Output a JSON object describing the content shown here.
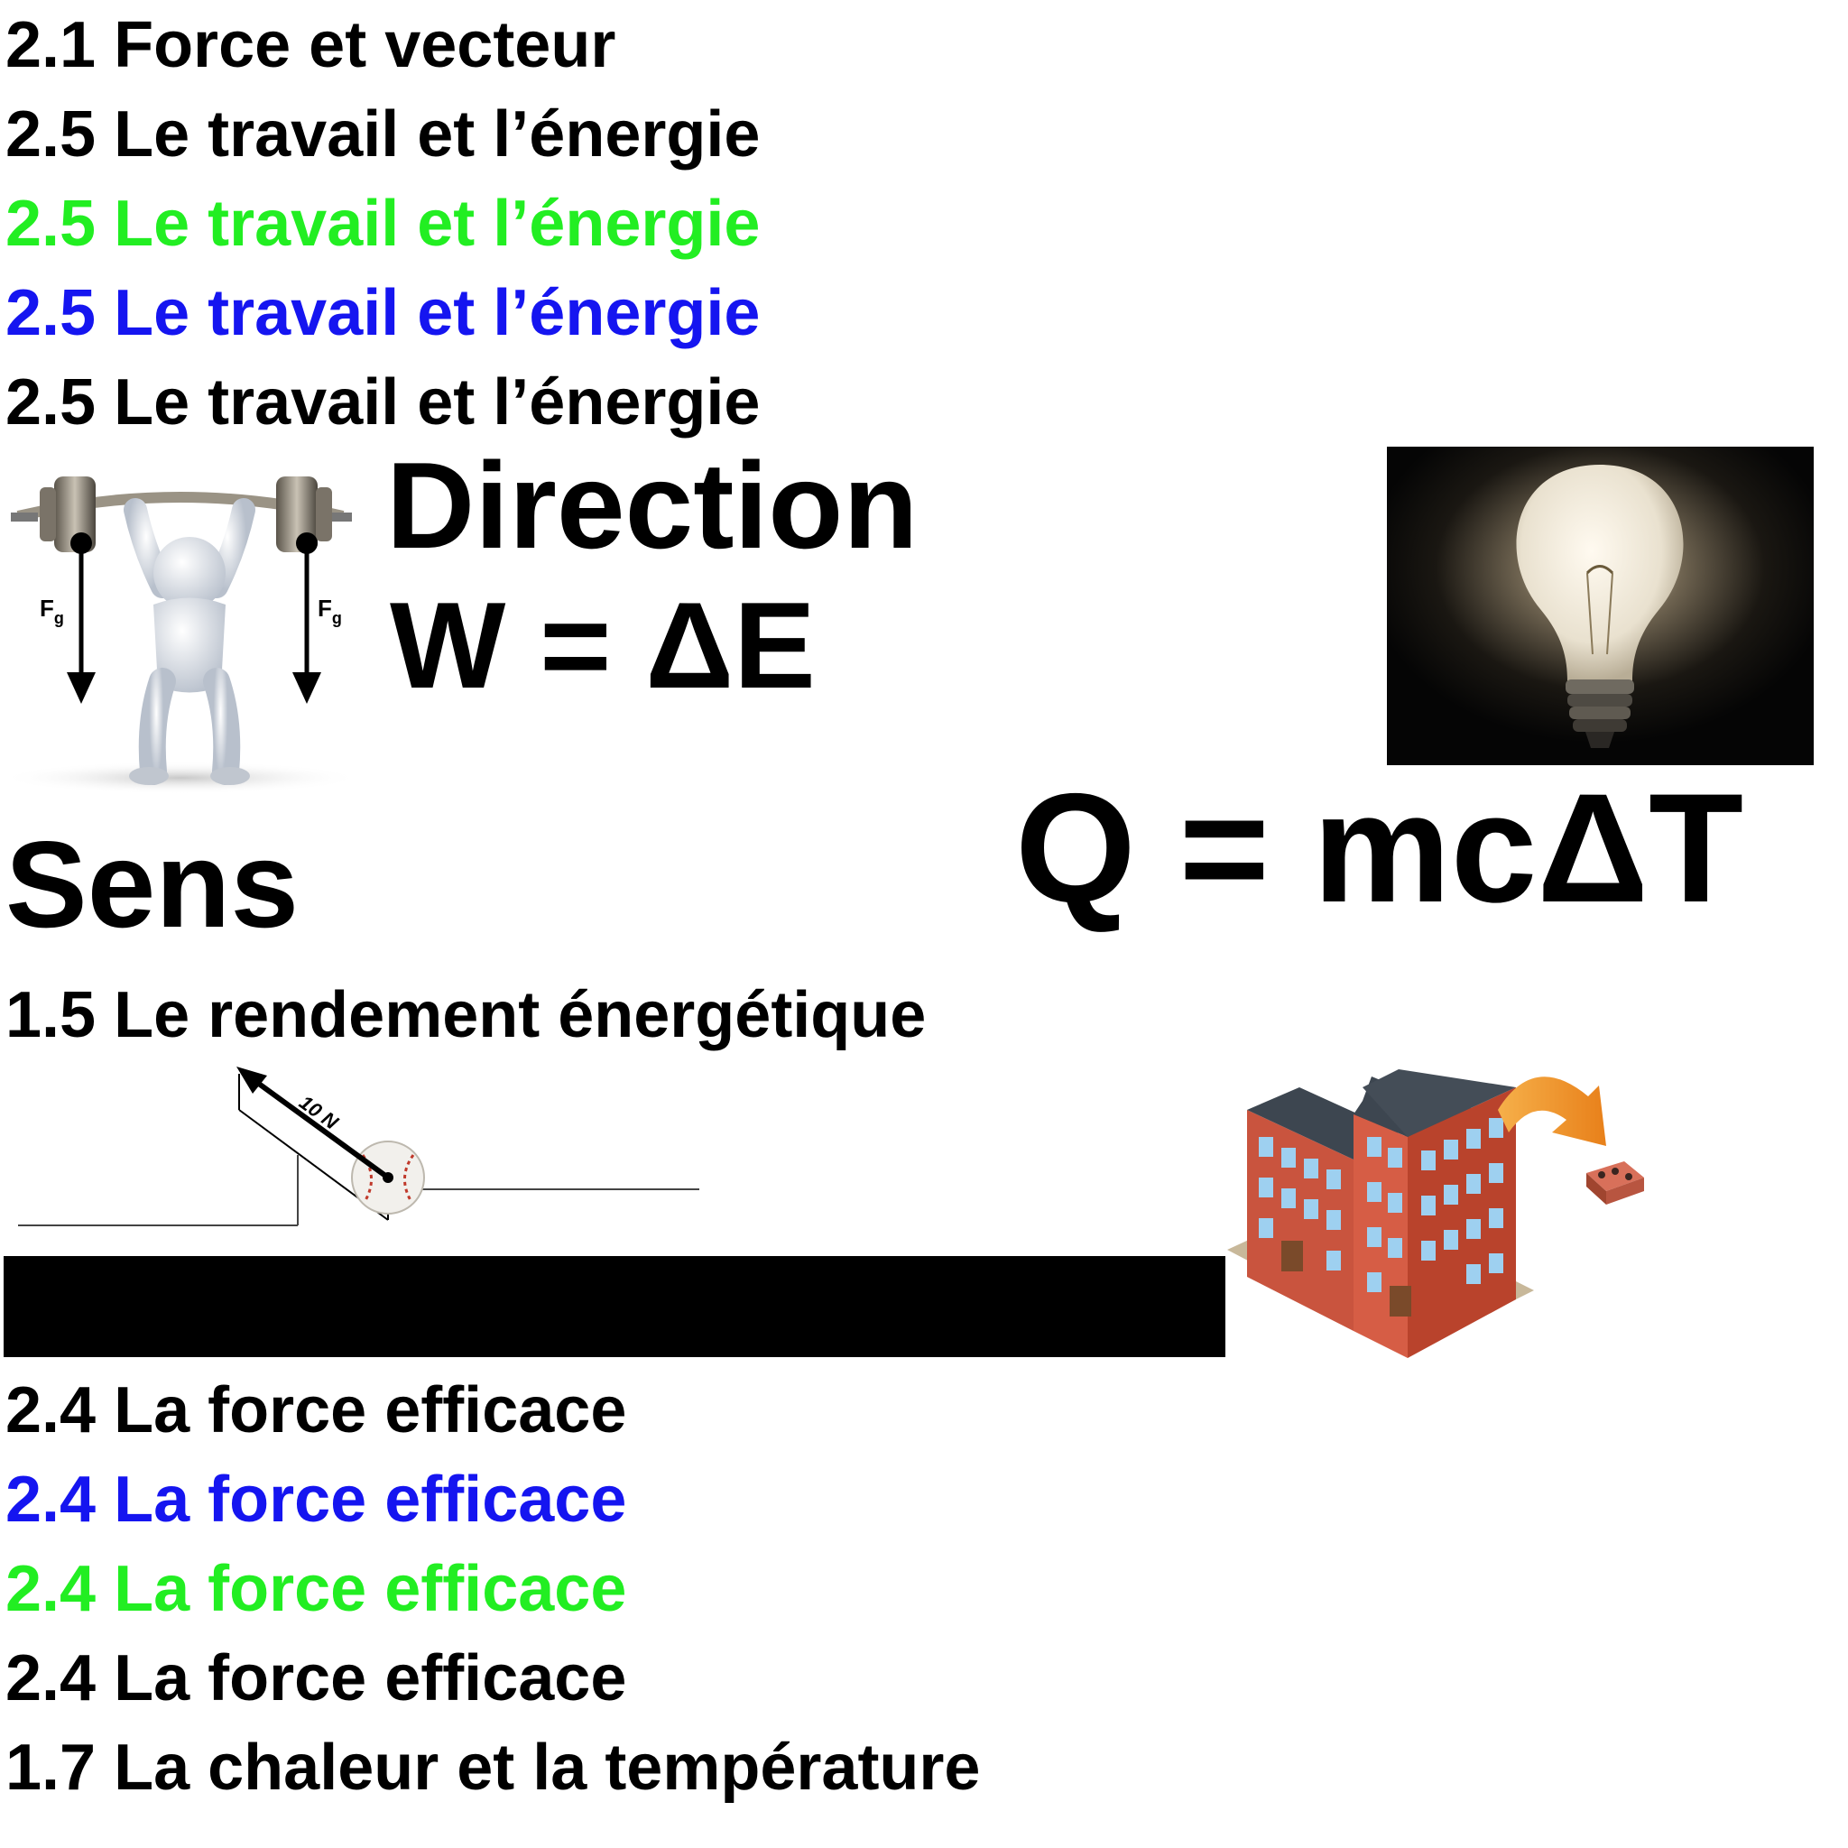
{
  "colors": {
    "black": "#000000",
    "green": "#22ee22",
    "blue": "#1515f0",
    "arrow_orange": "#f0a030",
    "brick": "#c0483a"
  },
  "top_titles": [
    {
      "text": "2.1 Force et vecteur",
      "color": "#000000"
    },
    {
      "text": "2.5 Le travail et l’énergie",
      "color": "#000000"
    },
    {
      "text": "2.5 Le travail et l’énergie",
      "color": "#22ee22"
    },
    {
      "text": "2.5 Le travail et l’énergie",
      "color": "#1515f0"
    },
    {
      "text": "2.5 Le travail et l’énergie",
      "color": "#000000"
    }
  ],
  "weightlifter": {
    "force_left": "F",
    "force_left_sub": "g",
    "force_right": "F",
    "force_right_sub": "g",
    "icon": "weightlifter-icon"
  },
  "words": {
    "direction": "Direction",
    "work_energy": "W = ΔE",
    "heat_formula": "Q = mcΔT",
    "sens": "Sens"
  },
  "efficiency_title": "1.5 Le rendement énergétique",
  "ramp_figure": {
    "force_label": "10 N",
    "icon": "baseball-icon"
  },
  "building_figure": {
    "icon": "building-icon"
  },
  "bulb_figure": {
    "icon": "light-bulb-icon"
  },
  "bottom_titles": [
    {
      "text": "2.4 La force efficace",
      "color": "#000000"
    },
    {
      "text": "2.4 La force efficace",
      "color": "#1515f0"
    },
    {
      "text": "2.4 La force efficace",
      "color": "#22ee22"
    },
    {
      "text": "2.4 La force efficace",
      "color": "#000000"
    },
    {
      "text": "1.7 La chaleur et la température",
      "color": "#000000"
    }
  ]
}
